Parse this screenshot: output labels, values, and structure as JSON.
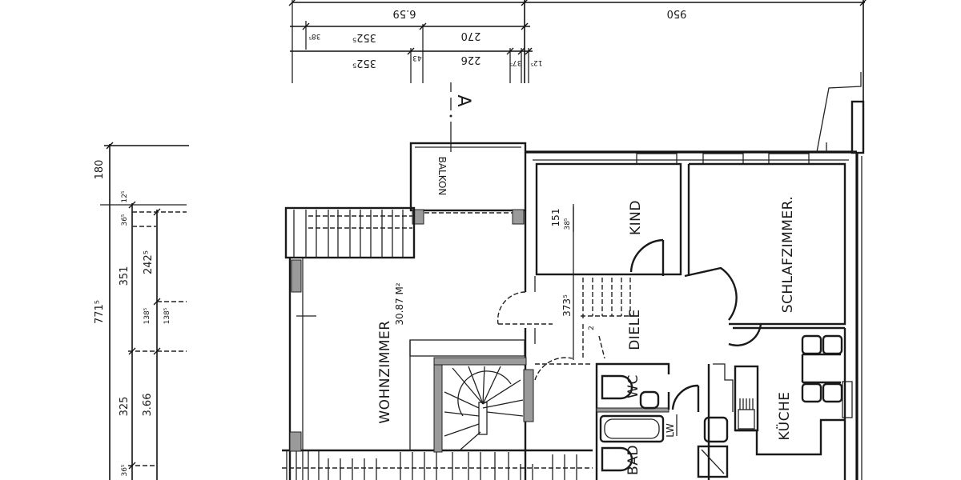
{
  "plan": {
    "orientation": "rotated-90-ccw",
    "rooms": [
      {
        "id": "wohnzimmer",
        "label": "WOHNZIMMER",
        "area": "30.87 M²"
      },
      {
        "id": "balkon",
        "label": "BALKON"
      },
      {
        "id": "kind",
        "label": "KIND"
      },
      {
        "id": "schlafzimmer",
        "label": "SCHLAFZIMMER."
      },
      {
        "id": "diele",
        "label": "DIELE"
      },
      {
        "id": "kueche",
        "label": "KÜCHE"
      },
      {
        "id": "wc",
        "label": "WC"
      },
      {
        "id": "bad",
        "label": "BAD"
      },
      {
        "id": "lw",
        "label": "LW"
      }
    ],
    "section_marker": "A",
    "interior_dimensions": {
      "kind_window": "151",
      "kind_window_sup": "38⁵",
      "diele_stair": "373⁵",
      "stair_step_mark": "2"
    }
  },
  "dimensions_top": {
    "row1": [
      {
        "value": "6.59"
      },
      {
        "value": "950"
      }
    ],
    "row2": [
      {
        "value": "38⁵"
      },
      {
        "value": "352⁵"
      },
      {
        "value": "270"
      }
    ],
    "row3": [
      {
        "value": "352⁵"
      },
      {
        "value": "43"
      },
      {
        "value": "226"
      },
      {
        "value": "37⁵"
      },
      {
        "value": "12⁵"
      }
    ]
  },
  "dimensions_left": {
    "overall": "771⁵",
    "col1": [
      {
        "value": "180"
      },
      {
        "value": "12⁵"
      },
      {
        "value": "36⁵"
      },
      {
        "value": "351"
      },
      {
        "value": "325"
      },
      {
        "value": "36⁵"
      }
    ],
    "col2": [
      {
        "value": "242⁵"
      },
      {
        "value": "138⁵"
      },
      {
        "value": "138⁵"
      },
      {
        "value": "3.66"
      }
    ]
  },
  "colors": {
    "ink": "#1a1a1a",
    "paper": "#ffffff",
    "hatch": "#9a9a9a"
  }
}
